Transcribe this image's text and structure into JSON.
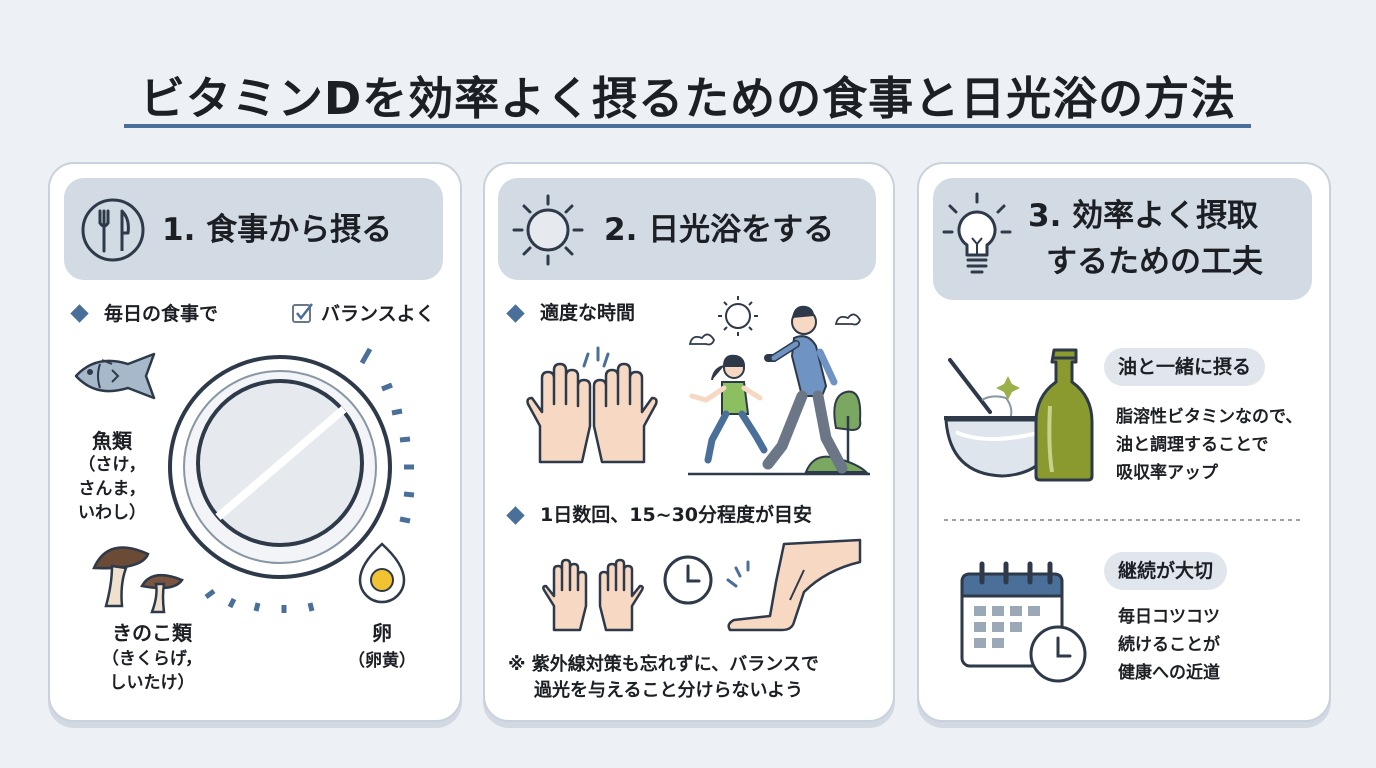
{
  "title": "ビタミンDを効率よく摂るための食事と日光浴の方法",
  "colors": {
    "accent": "#4a6f99",
    "pill": "#d2dae4",
    "line": "#2e3a4a"
  },
  "section1": {
    "heading": "1. 食事から摂る",
    "icon": "fork-knife-icon",
    "point": "毎日の食事で",
    "check_label": "バランスよく",
    "fish": {
      "name": "魚類",
      "lines": [
        "（さけ，",
        "さんま，",
        "いわし）"
      ]
    },
    "mushroom": {
      "name": "きのこ類",
      "lines": [
        "（きくらげ，",
        "しいたけ）"
      ]
    },
    "egg": {
      "name": "卵",
      "detail": "（卵黄）"
    }
  },
  "section2": {
    "heading": "2. 日光浴をする",
    "icon": "sun-icon",
    "point1": "適度な時間",
    "point2": "1日数回、15~30分程度が目安",
    "note_lines": [
      "※ 紫外線対策も忘れずに、バランスで",
      "過光を与えること分けらないよう"
    ]
  },
  "section3": {
    "heading_lines": [
      "3. 効率よく摂取",
      "するための工夫"
    ],
    "icon": "lightbulb-icon",
    "tip1": {
      "label": "油と一緒に摂る",
      "lines": [
        "脂溶性ビタミンなので、",
        "油と調理することで",
        "吸収率アップ"
      ]
    },
    "tip2": {
      "label": "継続が大切",
      "lines": [
        "毎日コツコツ",
        "続けることが",
        "健康への近道"
      ]
    }
  }
}
